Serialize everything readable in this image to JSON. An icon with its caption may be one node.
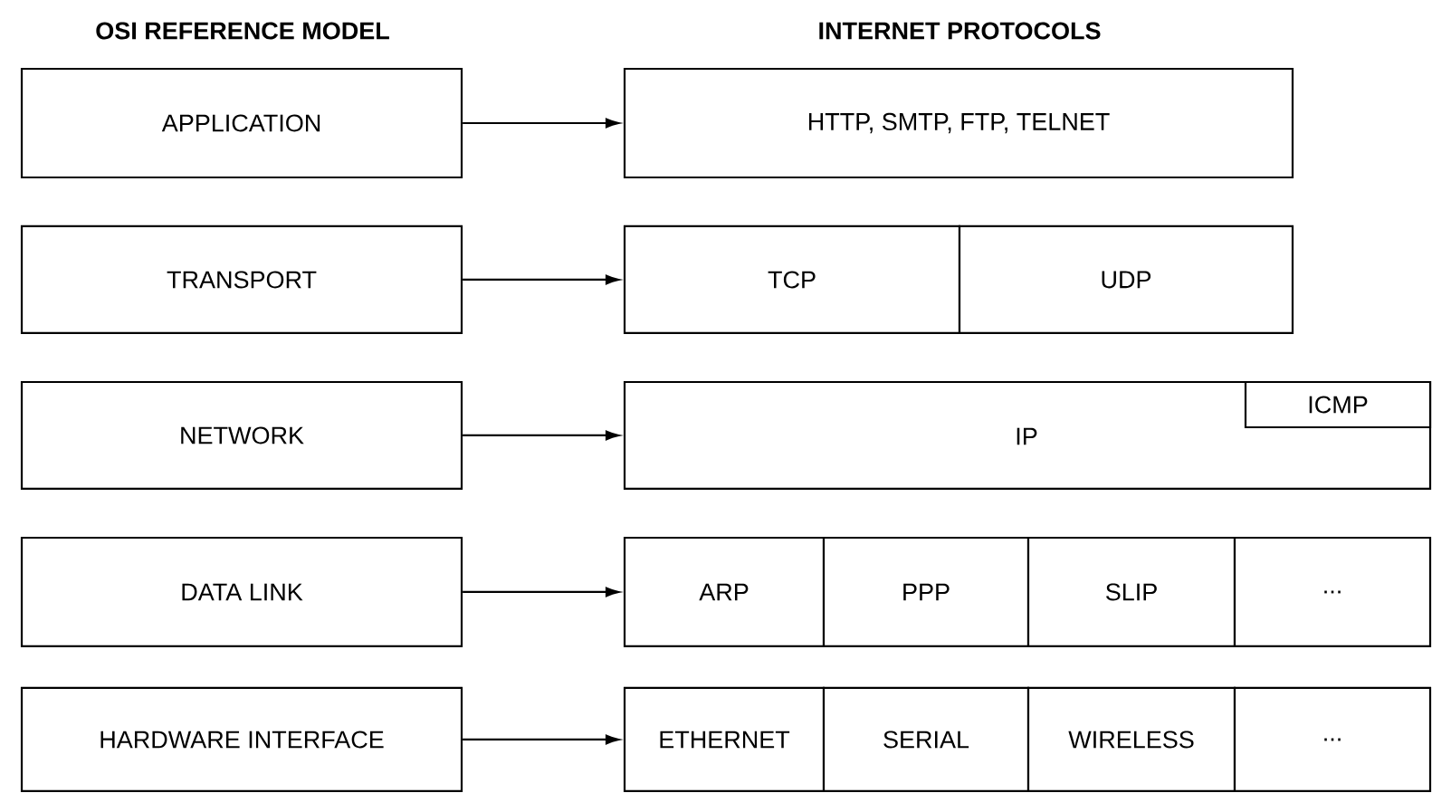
{
  "diagram": {
    "nodes": [
      {
        "text": [
          "APPLICATION"
        ]
      },
      {
        "text": [
          "HTTP, SMTP, FTP, TELNET"
        ]
      },
      {
        "text": [
          "TRANSPORT"
        ]
      },
      {
        "text": [
          "TCP"
        ]
      },
      {
        "text": [
          "UDP"
        ]
      },
      {
        "text": [
          "NETWORK"
        ]
      },
      {
        "text": [
          "IP"
        ]
      },
      {
        "text": [
          "ICMP"
        ],
        "in": 6
      },
      {
        "text": [
          "DATA LINK"
        ]
      },
      {
        "text": [
          "ARP"
        ]
      },
      {
        "text": [
          "PPP"
        ]
      },
      {
        "text": [
          "SLIP"
        ]
      },
      {
        "text": [
          "..."
        ]
      },
      {
        "text": [
          "HARDWARE INTERFACE"
        ]
      },
      {
        "text": [
          "ETHERNET"
        ]
      },
      {
        "text": [
          "SERIAL"
        ]
      },
      {
        "text": [
          "WIRELESS"
        ]
      },
      {
        "text": [
          "..."
        ]
      }
    ],
    "edges": [
      {
        "from": 0,
        "to": 1,
        "arrow": "to"
      },
      {
        "from": 2,
        "to": 3,
        "arrow": "to"
      },
      {
        "from": 5,
        "to": 6,
        "arrow": "to"
      },
      {
        "from": 8,
        "to": 9,
        "arrow": "to"
      },
      {
        "from": 13,
        "to": 14,
        "arrow": "to"
      }
    ],
    "labels": [
      "OSI REFERENCE MODEL",
      "INTERNET PROTOCOLS"
    ]
  }
}
